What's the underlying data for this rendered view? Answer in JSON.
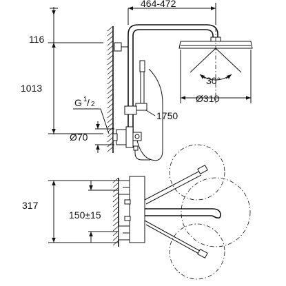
{
  "dimensions": {
    "arm_length": "464-472",
    "top_offset": "116",
    "height": "1013",
    "thread_g": "G",
    "thread_num": "1",
    "thread_den": "2",
    "diameter_small": "Ø70",
    "hand_height": "1750",
    "angle": "30°",
    "head_diameter": "Ø310",
    "valve_height": "317",
    "centers": "150±15"
  }
}
